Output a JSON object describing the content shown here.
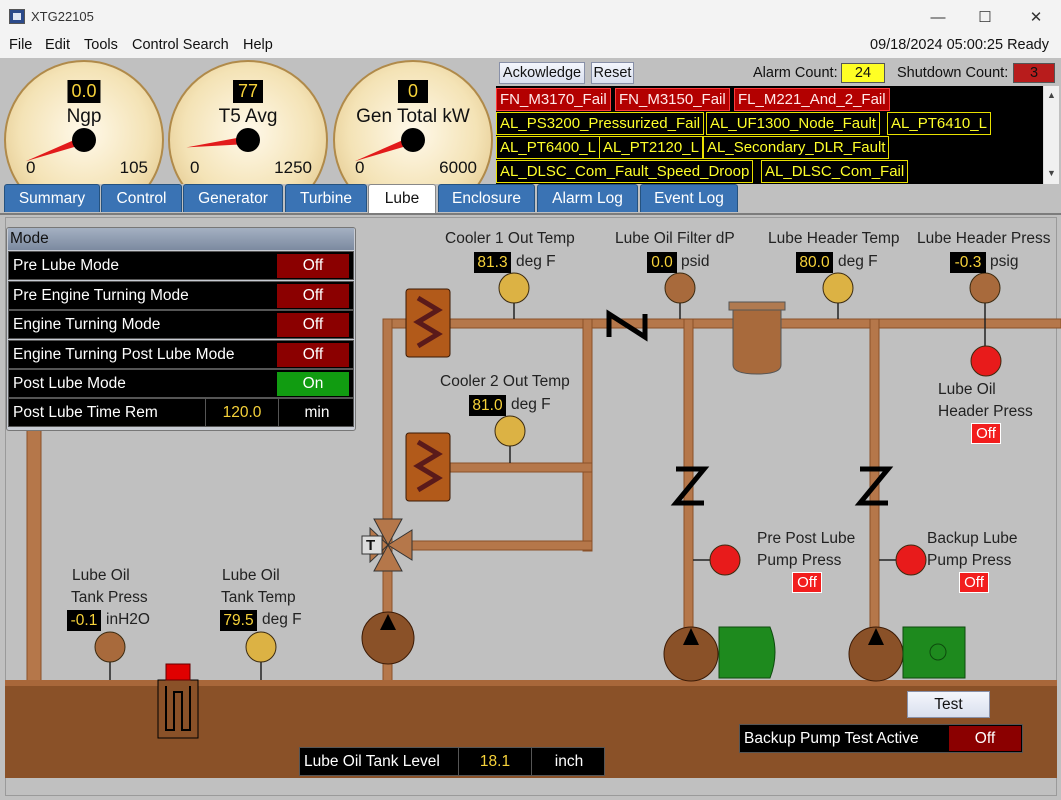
{
  "window": {
    "title": "XTG22105",
    "minimize": "—",
    "maximize": "☐",
    "close": "✕"
  },
  "menu": {
    "file": "File",
    "edit": "Edit",
    "tools": "Tools",
    "control_search": "Control Search",
    "help": "Help",
    "datetime_status": "09/18/2024 05:00:25 Ready"
  },
  "gauges": [
    {
      "name": "Ngp",
      "value": "0.0",
      "min": "0",
      "max": "105",
      "fraction": 0.0
    },
    {
      "name": "T5 Avg",
      "value": "77",
      "min": "0",
      "max": "1250",
      "fraction": 0.06
    },
    {
      "name": "Gen Total kW",
      "value": "0",
      "min": "0",
      "max": "6000",
      "fraction": 0.0
    }
  ],
  "header": {
    "acknowledge": "Ackowledge",
    "reset": "Reset",
    "alarm_count_label": "Alarm Count:",
    "alarm_count": "24",
    "shutdown_count_label": "Shutdown Count:",
    "shutdown_count": "3"
  },
  "alarms": [
    "FN_M3170_Fail",
    "FN_M3150_Fail",
    "FL_M221_And_2_Fail",
    "AL_PS3200_Pressurized_Fail",
    "AL_UF1300_Node_Fault",
    "AL_PT6410_L",
    "AL_PT6400_L",
    "AL_PT2120_L",
    "AL_Secondary_DLR_Fault",
    "AL_DLSC_Com_Fault_Speed_Droop",
    "AL_DLSC_Com_Fail"
  ],
  "tabs": [
    "Summary",
    "Control",
    "Generator",
    "Turbine",
    "Lube",
    "Enclosure",
    "Alarm Log",
    "Event Log"
  ],
  "active_tab": "Lube",
  "mode": {
    "title": "Mode",
    "rows": [
      {
        "label": "Pre Lube Mode",
        "value": "Off"
      },
      {
        "label": "Pre Engine Turning Mode",
        "value": "Off"
      },
      {
        "label": "Engine Turning Mode",
        "value": "Off"
      },
      {
        "label": "Engine Turning Post Lube Mode",
        "value": "Off"
      },
      {
        "label": "Post Lube Mode",
        "value": "On"
      }
    ],
    "time_rem_label": "Post Lube Time Rem",
    "time_rem_value": "120.0",
    "time_rem_unit": "min"
  },
  "readouts": {
    "cooler1": {
      "label": "Cooler 1 Out Temp",
      "value": "81.3",
      "unit": "deg F"
    },
    "cooler2": {
      "label": "Cooler 2 Out Temp",
      "value": "81.0",
      "unit": "deg F"
    },
    "filter_dp": {
      "label": "Lube Oil Filter dP",
      "value": "0.0",
      "unit": "psid"
    },
    "header_temp": {
      "label": "Lube Header Temp",
      "value": "80.0",
      "unit": "deg F"
    },
    "header_press": {
      "label": "Lube Header Press",
      "value": "-0.3",
      "unit": "psig"
    },
    "tank_press": {
      "label1": "Lube Oil",
      "label2": "Tank Press",
      "value": "-0.1",
      "unit": "inH2O"
    },
    "tank_temp": {
      "label1": "Lube Oil",
      "label2": "Tank Temp",
      "value": "79.5",
      "unit": "deg F"
    }
  },
  "switches": {
    "header_press": {
      "label1": "Lube Oil",
      "label2": "Header Press",
      "value": "Off"
    },
    "pre_post": {
      "label1": "Pre Post Lube",
      "label2": "Pump Press",
      "value": "Off"
    },
    "backup": {
      "label1": "Backup Lube",
      "label2": "Pump Press",
      "value": "Off"
    }
  },
  "tank_level": {
    "label": "Lube Oil Tank Level",
    "value": "18.1",
    "unit": "inch"
  },
  "backup_test": {
    "button": "Test",
    "label": "Backup Pump Test Active",
    "value": "Off"
  },
  "valve_mark": "T",
  "colors": {
    "pipe": "#b5774a",
    "tank": "#8a5128",
    "alarm_red": "#b30000",
    "alarm_yellow": "#ffff2a",
    "tab_blue": "#3a73b4"
  }
}
